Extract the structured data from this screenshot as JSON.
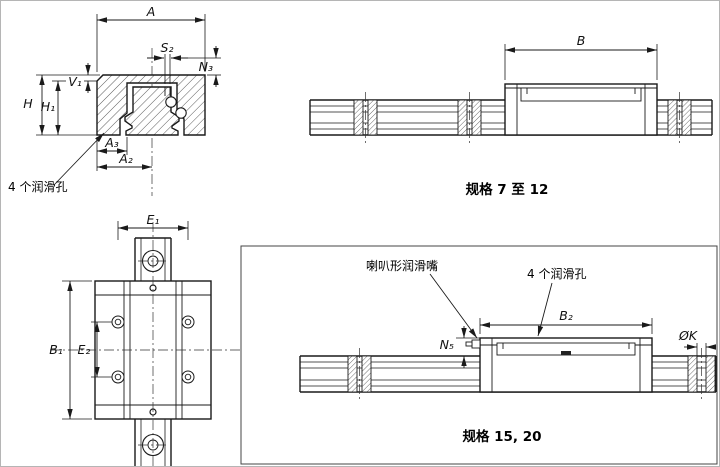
{
  "colors": {
    "line": "#1a1a1a",
    "background": "#ffffff",
    "hatch": "#333333"
  },
  "cross_section": {
    "dim_A": "A",
    "dim_S2": "S₂",
    "dim_N3": "N₃",
    "dim_V1": "V₁",
    "dim_H": "H",
    "dim_H1": "H₁",
    "dim_A3": "A₃",
    "dim_A2": "A₂",
    "label_lube_holes": "4 个润滑孔"
  },
  "side_view_small": {
    "dim_B": "B",
    "caption": "规格 7 至 12"
  },
  "top_view": {
    "dim_E1": "E₁",
    "dim_B1": "B₁",
    "dim_E2": "E₂"
  },
  "side_view_large": {
    "label_nipple": "喇叭形润滑嘴",
    "label_lube_holes": "4 个润滑孔",
    "dim_N5": "N₅",
    "dim_B2": "B₂",
    "dim_K": "ØK",
    "caption": "规格 15, 20"
  }
}
